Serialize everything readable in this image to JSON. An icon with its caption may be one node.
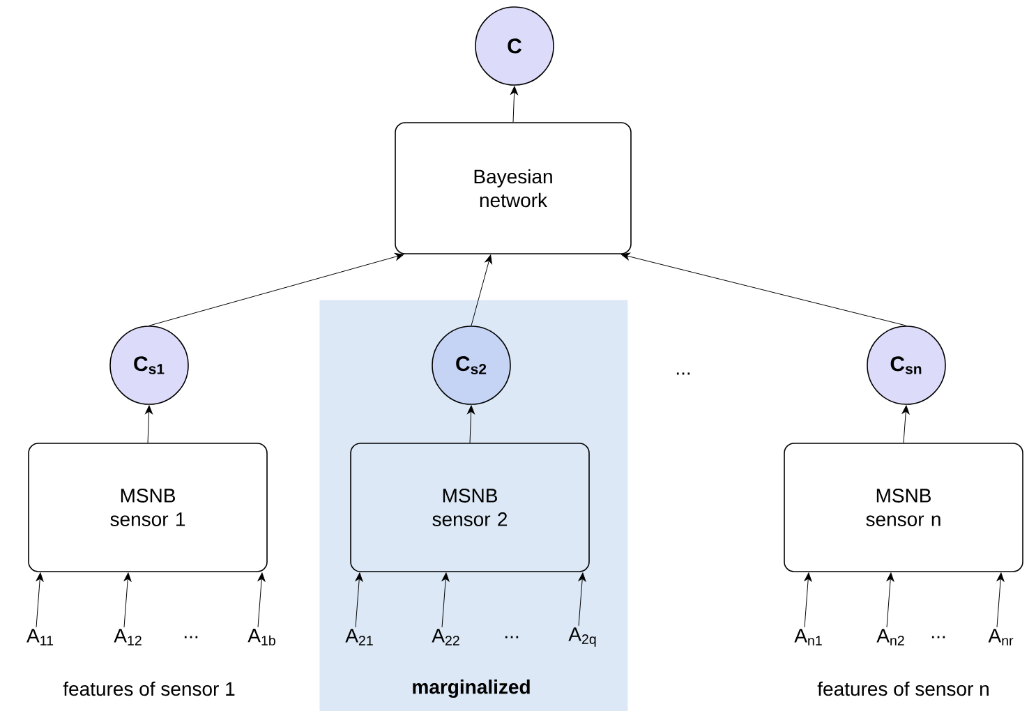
{
  "diagram": {
    "nodes": [
      {
        "text": [
          "C"
        ]
      },
      {
        "text": [
          "Bayesian network"
        ]
      },
      {
        "text": [
          "C$_{s1}$"
        ]
      },
      {
        "text": [
          "marginalized"
        ]
      },
      {
        "text": [
          "C$_{s2}$"
        ],
        "in": 3
      },
      {
        "text": [
          "C$_{sn}$"
        ]
      },
      {
        "text": [
          "MSNB sensor 1"
        ]
      },
      {
        "text": [
          "MSNB sensor 2"
        ],
        "in": 3
      },
      {
        "text": [
          "MSNB sensor n"
        ]
      },
      {
        "text": [
          "A$_{11}$"
        ]
      },
      {
        "text": [
          "A$_{12}$"
        ]
      },
      {
        "text": [
          "A$_{1b}$"
        ]
      },
      {
        "text": [
          "A$_{21}$"
        ],
        "in": 3
      },
      {
        "text": [
          "A$_{22}$"
        ],
        "in": 3
      },
      {
        "text": [
          "A$_{2q}$"
        ],
        "in": 3
      },
      {
        "text": [
          "A$_{n1}$"
        ]
      },
      {
        "text": [
          "A$_{n2}$"
        ]
      },
      {
        "text": [
          "A$_{nr}$"
        ]
      }
    ],
    "edges": [
      {
        "from": 1,
        "to": 0,
        "arrow": "to"
      },
      {
        "from": 2,
        "to": 1,
        "arrow": "to"
      },
      {
        "from": 4,
        "to": 1,
        "arrow": "to"
      },
      {
        "from": 5,
        "to": 1,
        "arrow": "to"
      },
      {
        "from": 6,
        "to": 2,
        "arrow": "to"
      },
      {
        "from": 7,
        "to": 4,
        "arrow": "to"
      },
      {
        "from": 8,
        "to": 5,
        "arrow": "to"
      },
      {
        "from": 9,
        "to": 6,
        "arrow": "to"
      },
      {
        "from": 10,
        "to": 6,
        "arrow": "to"
      },
      {
        "from": 11,
        "to": 6,
        "arrow": "to"
      },
      {
        "from": 12,
        "to": 7,
        "arrow": "to"
      },
      {
        "from": 13,
        "to": 7,
        "arrow": "to"
      },
      {
        "from": 14,
        "to": 7,
        "arrow": "to"
      },
      {
        "from": 15,
        "to": 8,
        "arrow": "to"
      },
      {
        "from": 16,
        "to": 8,
        "arrow": "to"
      },
      {
        "from": 17,
        "to": 8,
        "arrow": "to"
      }
    ],
    "labels": [
      "...",
      "...",
      "...",
      "...",
      "features of sensor 1",
      "features of sensor n"
    ]
  }
}
